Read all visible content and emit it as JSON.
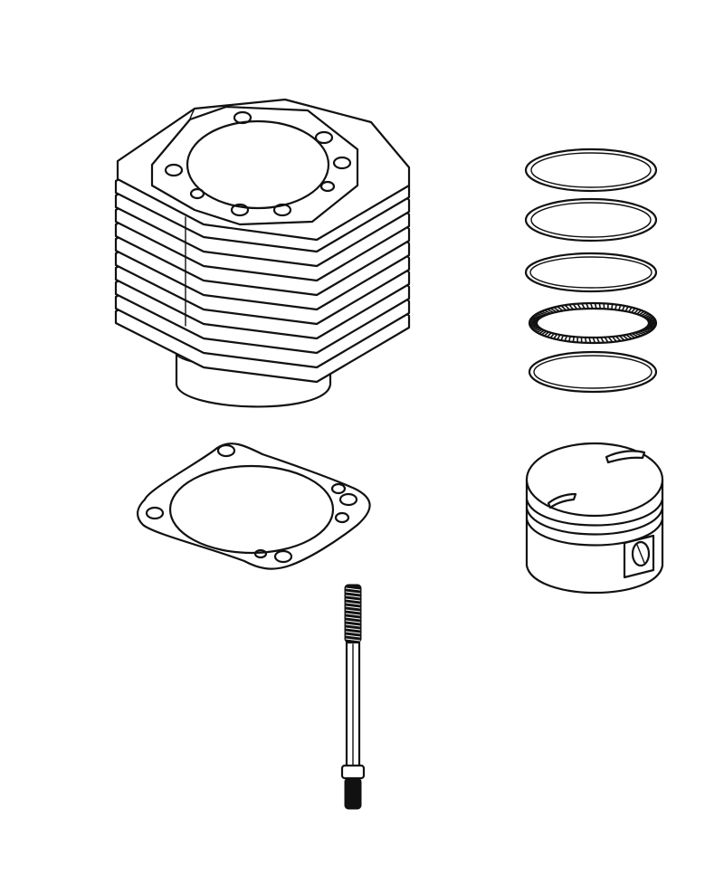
{
  "diagram": {
    "parts": [
      {
        "id": "cylinder",
        "icon": "cylinder-icon"
      },
      {
        "id": "head-gasket",
        "icon": "gasket-icon"
      },
      {
        "id": "head-stud",
        "icon": "stud-icon"
      },
      {
        "id": "piston-rings",
        "icon": "ring-icon",
        "count": 5
      },
      {
        "id": "piston",
        "icon": "piston-icon"
      }
    ],
    "colors": {
      "line": "#111111",
      "background": "#ffffff"
    }
  }
}
